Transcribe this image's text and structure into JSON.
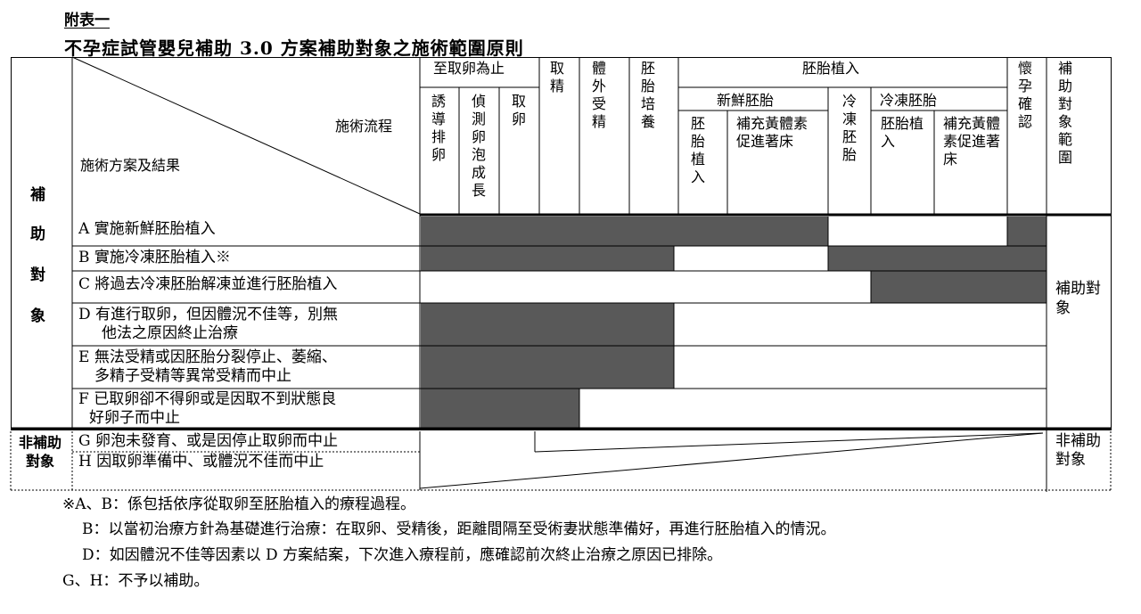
{
  "title": {
    "appendix": "附表一",
    "main": "不孕症試管嬰兒補助 3.0 方案補助對象之施術範圍原則"
  },
  "header": {
    "process_label": "施術流程",
    "plan_label": "施術方案及結果",
    "until_retrieval": "至取卵為止",
    "induce_ovulation": "誘導排卵",
    "monitor_follicle": "偵測卵泡成長",
    "egg_retrieval": "取卵",
    "sperm_retrieval": "取精",
    "ivf": "體外受精",
    "embryo_culture": "胚胎培養",
    "embryo_transfer": "胚胎植入",
    "fresh_embryo": "新鮮胚胎",
    "fresh_transfer": "胚胎植入",
    "fresh_luteal": "補充黃體素促進著床",
    "freeze_embryo": "冷凍胚胎",
    "frozen_embryo": "冷凍胚胎",
    "frozen_transfer": "胚胎植入",
    "frozen_luteal": "補充黃體素促進著床",
    "pregnancy_confirm": "懷孕確認",
    "subsidy_scope": "補助對象範圍"
  },
  "side": {
    "subsidized": [
      "補",
      "助",
      "對",
      "象"
    ],
    "non_subsidized": "非補助對象"
  },
  "rows": [
    {
      "id": "A",
      "text": "A 實施新鮮胚胎植入"
    },
    {
      "id": "B",
      "text": "B 實施冷凍胚胎植入※"
    },
    {
      "id": "C",
      "text": "C 將過去冷凍胚胎解凍並進行胚胎植入"
    },
    {
      "id": "D",
      "line1": "D 有進行取卵，但因體況不佳等，別無",
      "line2": "他法之原因終止治療"
    },
    {
      "id": "E",
      "line1": "E 無法受精或因胚胎分裂停止、萎縮、",
      "line2": "多精子受精等異常受精而中止"
    },
    {
      "id": "F",
      "line1": "F 已取卵卻不得卵或是因取不到狀態良",
      "line2": "好卵子而中止"
    },
    {
      "id": "G",
      "text": "G 卵泡未發育、或是因停止取卵而中止"
    },
    {
      "id": "H",
      "text": "H 因取卵準備中、或體況不佳而中止"
    }
  ],
  "scope": {
    "subsidized": "補助對象",
    "non_subsidized": "非補助對象"
  },
  "notes": [
    "※A、B：係包括依序從取卵至胚胎植入的療程過程。",
    "B：以當初治療方針為基礎進行治療：在取卵、受精後，距離間隔至受術妻狀態準備好，再進行胚胎植入的情況。",
    "D：如因體況不佳等因素以 D 方案結案，下次進入療程前，應確認前次終止治療之原因已排除。",
    "G、H：不予以補助。"
  ],
  "colors": {
    "fill": "#595959",
    "line": "#000000"
  }
}
